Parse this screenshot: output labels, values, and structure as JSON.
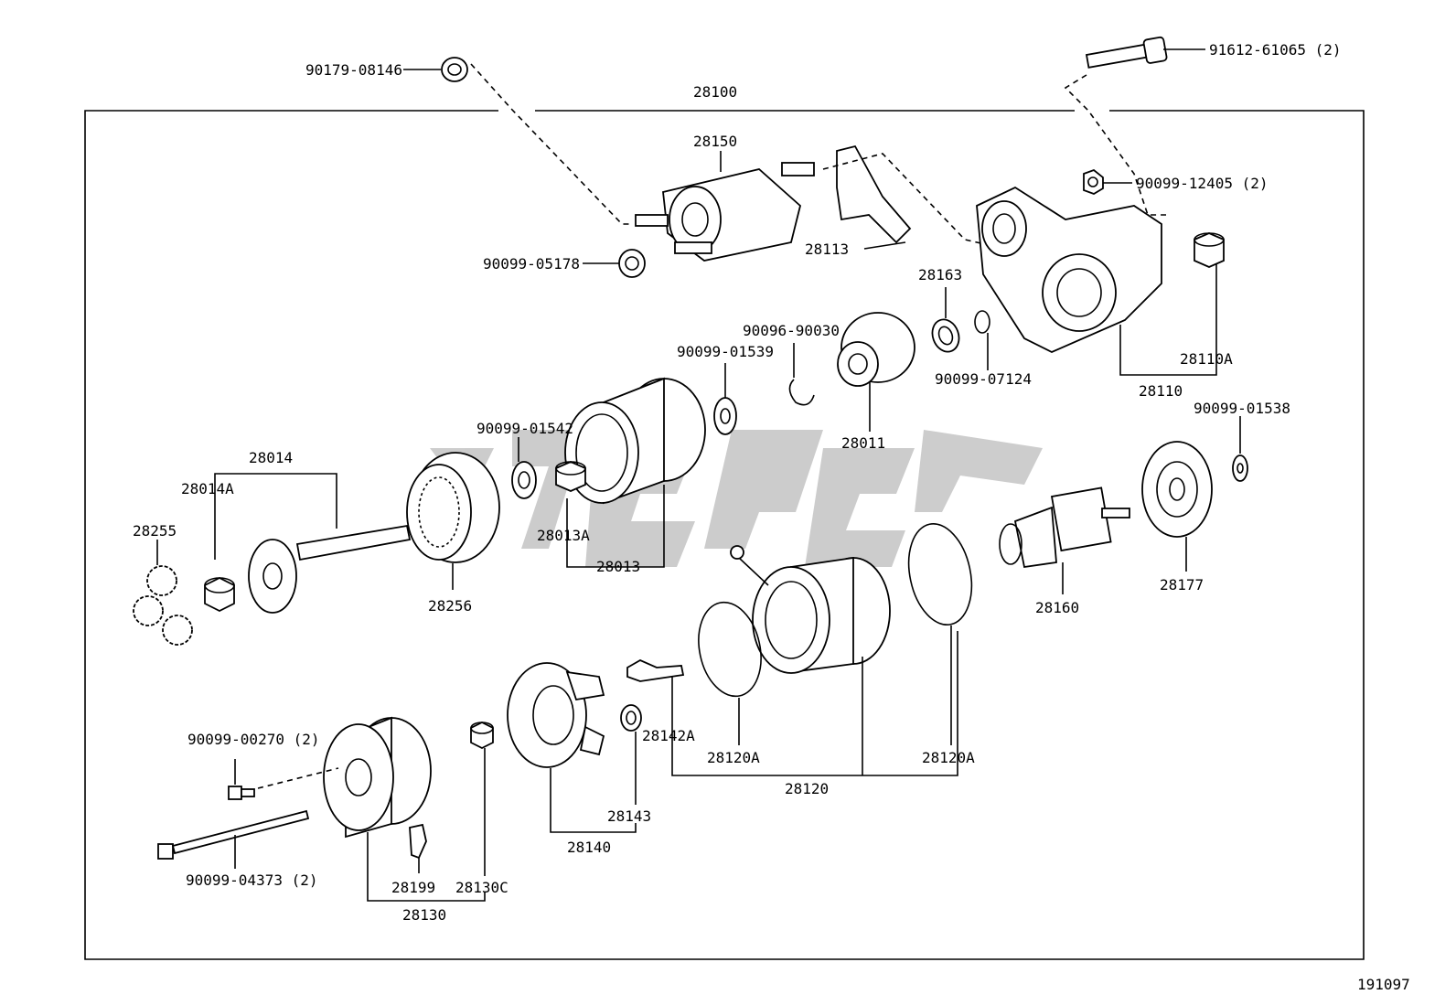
{
  "diagram": {
    "drawing_number": "191097",
    "assembly_label": "28100",
    "callouts": {
      "c90179_08146": "90179-08146",
      "c91612_61065": "91612-61065 (2)",
      "c28150": "28150",
      "c90099_12405": "90099-12405 (2)",
      "c28113": "28113",
      "c90099_05178": "90099-05178",
      "c28163": "28163",
      "c90096_90030": "90096-90030",
      "c90099_01539": "90099-01539",
      "c28110A": "28110A",
      "c90099_07124": "90099-07124",
      "c28110": "28110",
      "c90099_01538": "90099-01538",
      "c90099_01542": "90099-01542",
      "c28011": "28011",
      "c28014": "28014",
      "c28014A": "28014A",
      "c28255": "28255",
      "c28013A": "28013A",
      "c28013": "28013",
      "c28256": "28256",
      "c28160": "28160",
      "c28177": "28177",
      "c28142A": "28142A",
      "c28120A_left": "28120A",
      "c28120A_right": "28120A",
      "c28120": "28120",
      "c90099_00270": "90099-00270 (2)",
      "c28143": "28143",
      "c28140": "28140",
      "c90099_04373": "90099-04373 (2)",
      "c28199": "28199",
      "c28130C": "28130C",
      "c28130": "28130"
    }
  }
}
